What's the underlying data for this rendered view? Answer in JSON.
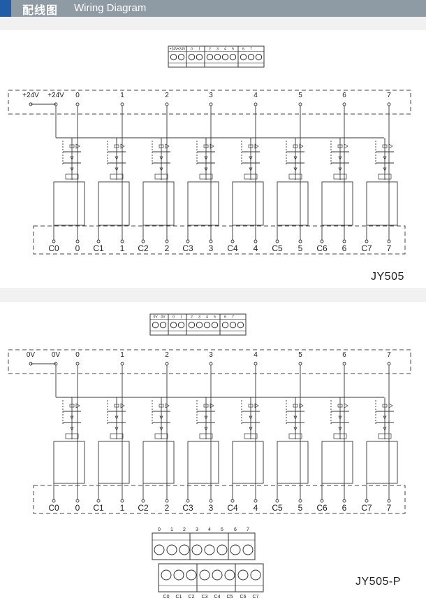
{
  "header": {
    "title_cn": "配线图",
    "title_en": "Wiring Diagram",
    "accent_color": "#1f5da8",
    "bar_color": "#8e9ba4"
  },
  "diagrams": [
    {
      "model": "JY505",
      "connector_labels": [
        "+24V",
        "+24V",
        "0",
        "1",
        "2",
        "3",
        "4",
        "5",
        "6",
        "7"
      ],
      "top_terminals": [
        "+24V",
        "+24V",
        "0",
        "1",
        "2",
        "3",
        "4",
        "5",
        "6",
        "7"
      ],
      "bottom_terminals": [
        "C0",
        "0",
        "C1",
        "1",
        "C2",
        "2",
        "C3",
        "3",
        "C4",
        "4",
        "C5",
        "5",
        "C6",
        "6",
        "C7",
        "7"
      ]
    },
    {
      "model": "JY505-P",
      "connector_labels": [
        "0V",
        "0V",
        "0",
        "1",
        "2",
        "3",
        "4",
        "5",
        "6",
        "7"
      ],
      "top_terminals": [
        "0V",
        "0V",
        "0",
        "1",
        "2",
        "3",
        "4",
        "5",
        "6",
        "7"
      ],
      "bottom_terminals": [
        "C0",
        "0",
        "C1",
        "1",
        "C2",
        "2",
        "C3",
        "3",
        "C4",
        "4",
        "C5",
        "5",
        "C6",
        "6",
        "C7",
        "7"
      ],
      "front_connector_top_labels": [
        "0",
        "1",
        "2",
        "3",
        "4",
        "5",
        "6",
        "7"
      ],
      "front_connector_bottom_labels": [
        "C0",
        "C1",
        "C2",
        "C3",
        "C4",
        "C5",
        "C6",
        "C7"
      ]
    }
  ]
}
